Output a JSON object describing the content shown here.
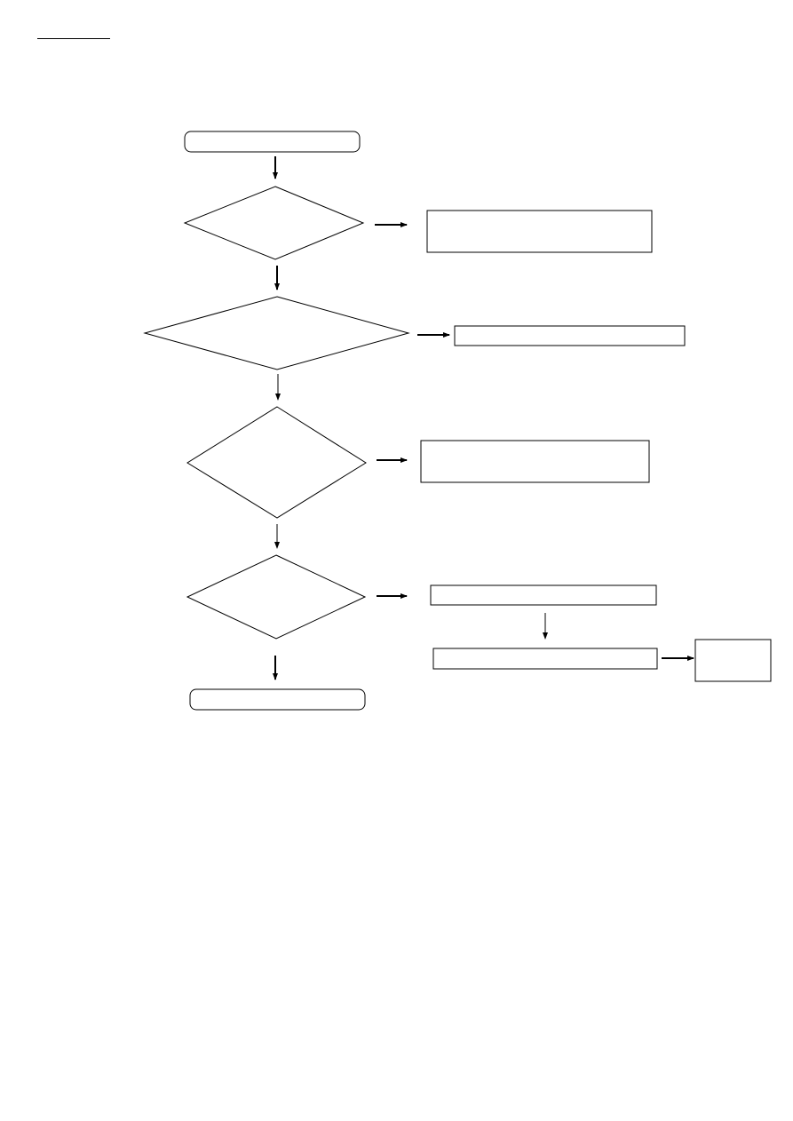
{
  "document": {
    "title": ""
  },
  "flowchart": {
    "start_label": "",
    "end_label": "",
    "decisions": [
      {
        "id": "decision-1",
        "label": ""
      },
      {
        "id": "decision-2",
        "label": ""
      },
      {
        "id": "decision-3",
        "label": ""
      },
      {
        "id": "decision-4",
        "label": ""
      }
    ],
    "actions": [
      {
        "id": "action-1",
        "label": ""
      },
      {
        "id": "action-2",
        "label": ""
      },
      {
        "id": "action-3",
        "label": ""
      },
      {
        "id": "action-4a",
        "label": ""
      },
      {
        "id": "action-4b",
        "label": ""
      },
      {
        "id": "action-4c",
        "label": ""
      }
    ]
  },
  "colors": {
    "stroke": "#000000",
    "background": "#ffffff"
  }
}
